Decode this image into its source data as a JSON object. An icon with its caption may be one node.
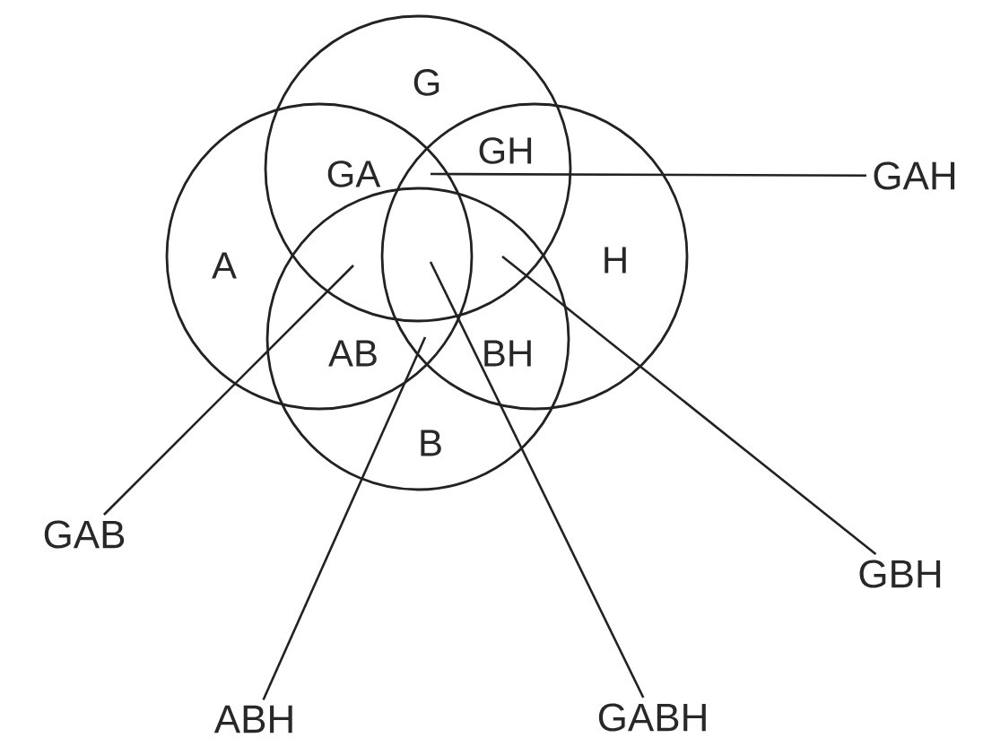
{
  "diagram": {
    "nodes": [
      {
        "text": [
          "GAH"
        ]
      },
      {
        "text": [
          "GAB"
        ]
      },
      {
        "text": [
          "ABH"
        ]
      },
      {
        "text": [
          "GABH"
        ]
      },
      {
        "text": [
          "GBH"
        ]
      }
    ],
    "edges": [
      {
        "from": 0,
        "to": null,
        "arrow": "none"
      },
      {
        "from": 1,
        "to": null,
        "arrow": "none"
      },
      {
        "from": 2,
        "to": null,
        "arrow": "none"
      },
      {
        "from": 3,
        "to": null,
        "arrow": "none"
      },
      {
        "from": 4,
        "to": null,
        "arrow": "none"
      }
    ],
    "labels": [
      "G",
      "GA",
      "GH",
      "A",
      "H",
      "AB",
      "BH",
      "B"
    ]
  }
}
